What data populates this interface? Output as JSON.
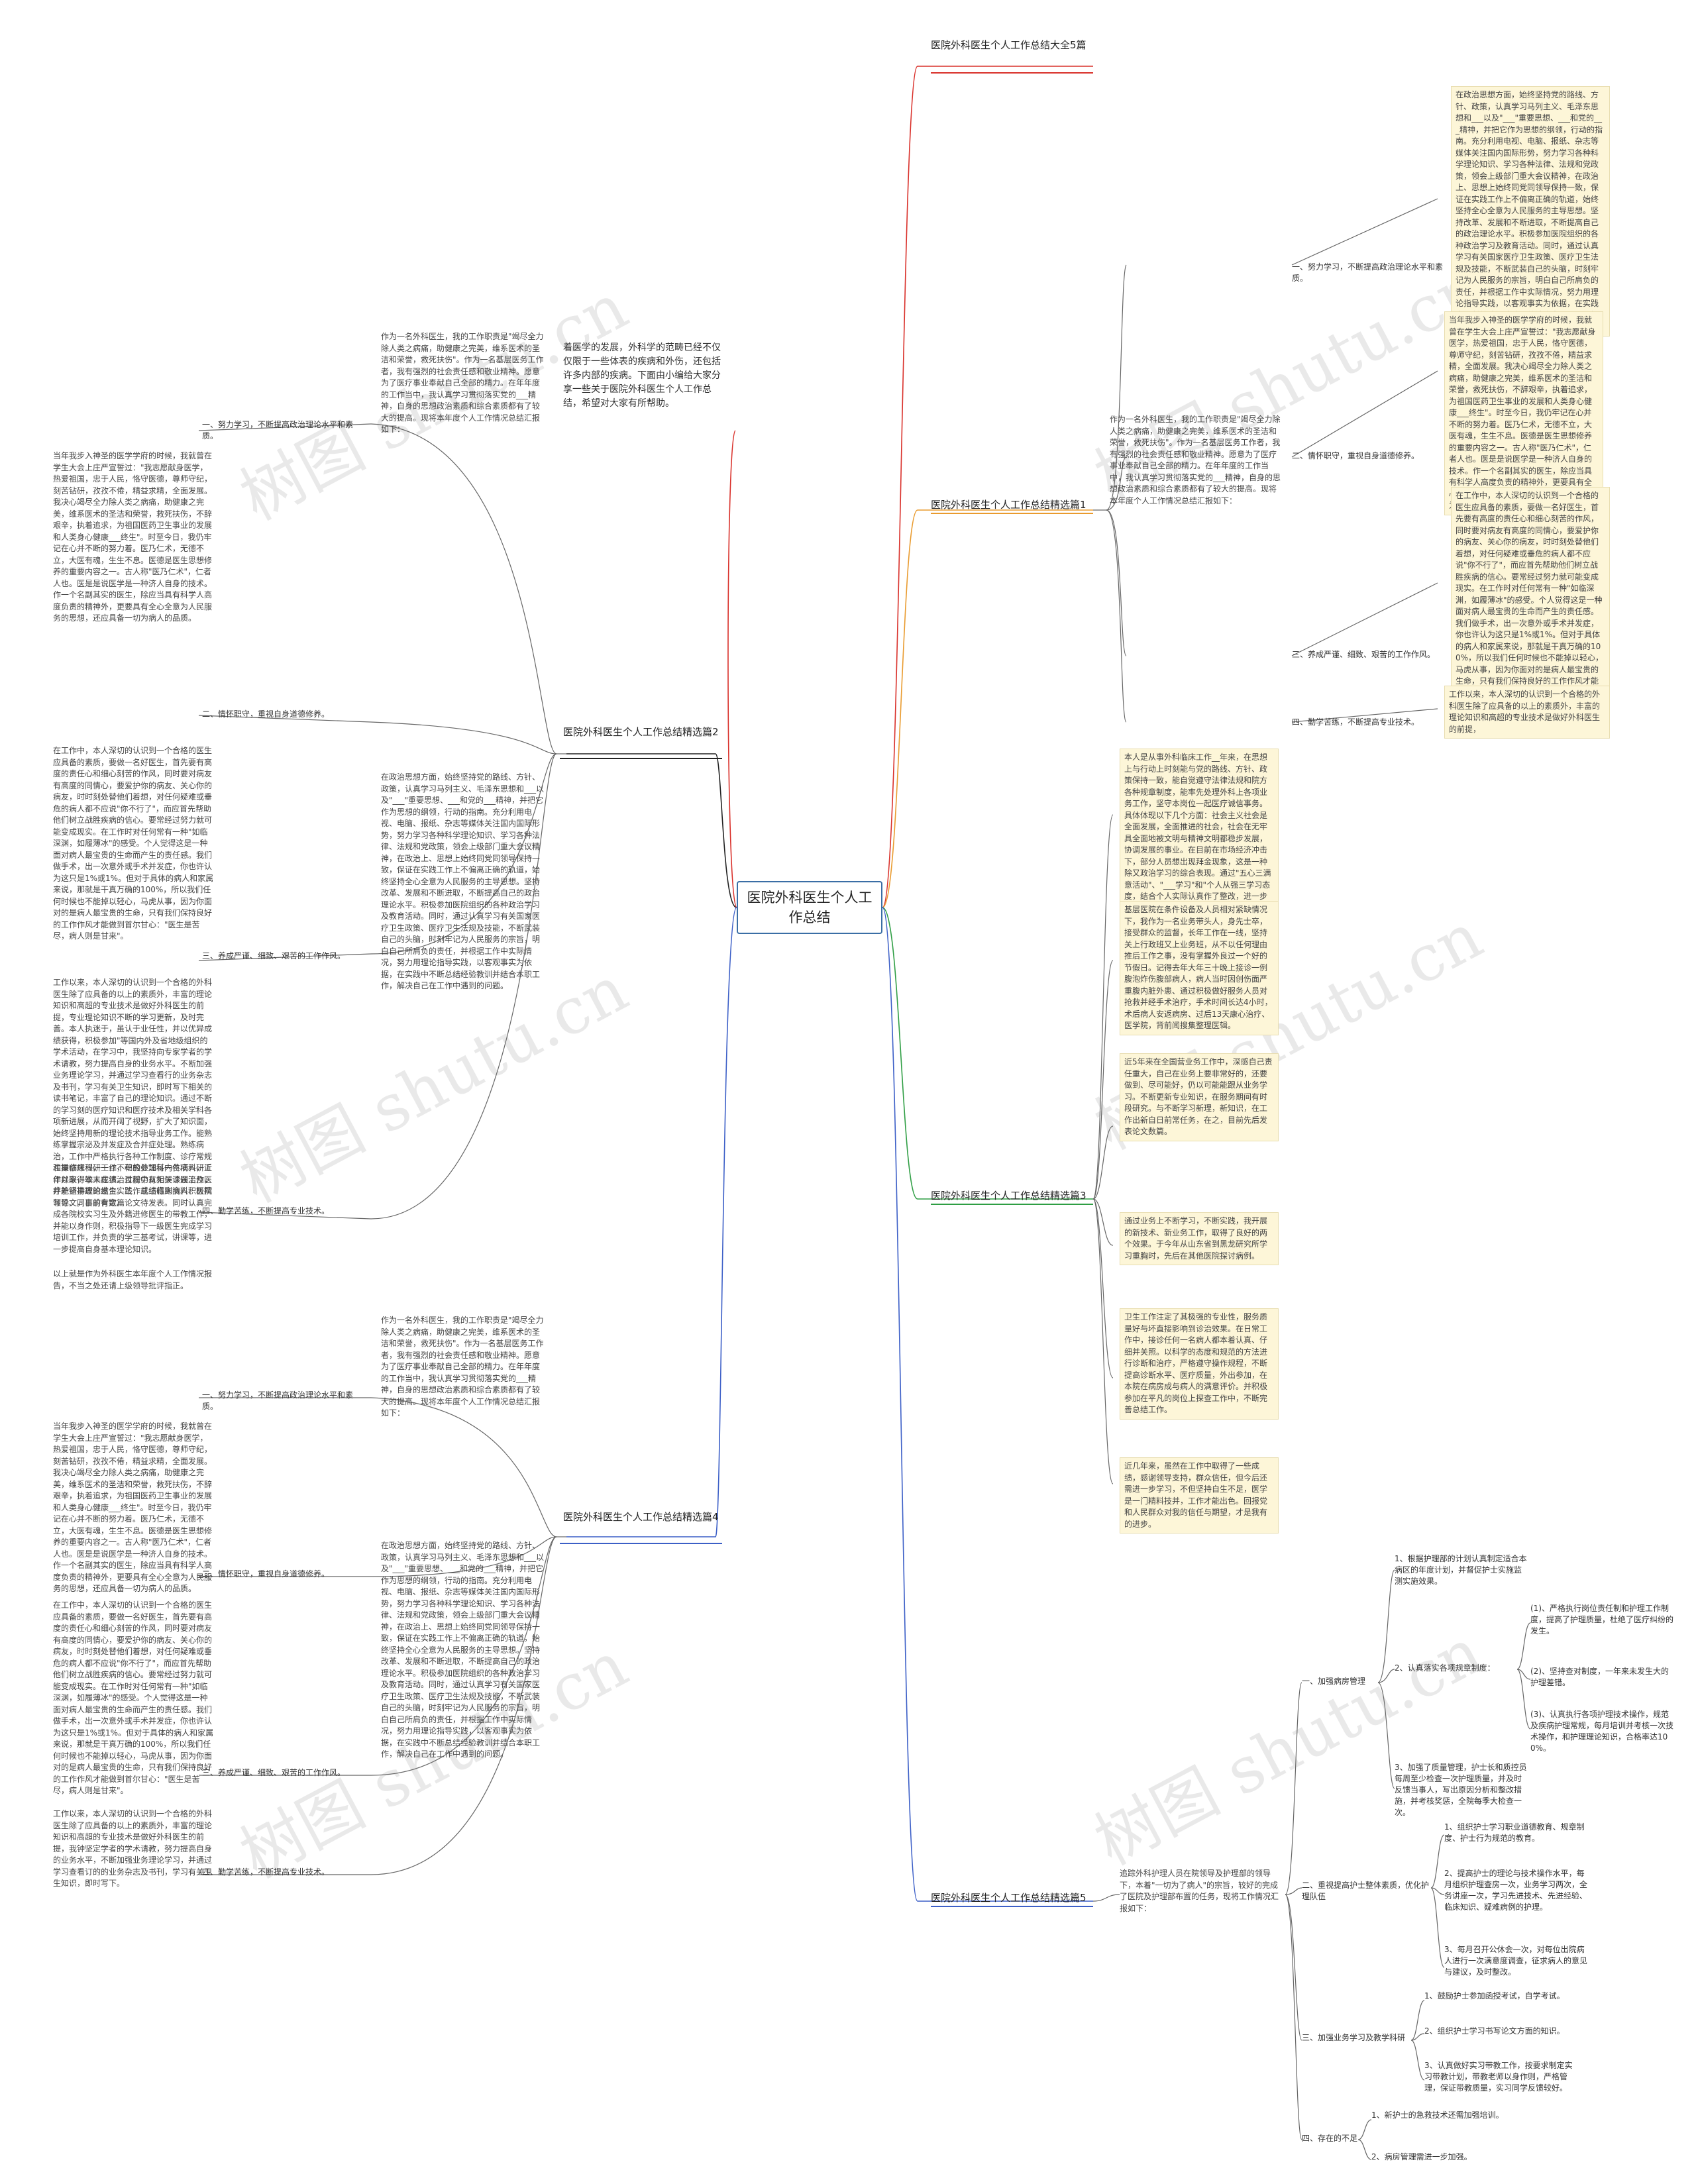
{
  "root": "医院外科医生个人工作总结",
  "watermark": "树图 shutu.cn",
  "intro": "着医学的发展，外科学的范畴已经不仅仅限于一些体表的疾病和外伤，还包括许多内部的疾病。下面由小编给大家分享一些关于医院外科医生个人工作总结，希望对大家有所帮助。",
  "branches": {
    "b0": "医院外科医生个人工作总结大全5篇",
    "b1": "医院外科医生个人工作总结精选篇1",
    "b2": "医院外科医生个人工作总结精选篇2",
    "b3": "医院外科医生个人工作总结精选篇3",
    "b4": "医院外科医生个人工作总结精选篇4",
    "b5": "医院外科医生个人工作总结精选篇5"
  },
  "sections": {
    "s1": "一、努力学习，不断提高政治理论水平和素质。",
    "s2": "二、情怀职守，重视自身道德修养。",
    "s3": "三、养成严谨、细致、艰苦的工作作风。",
    "s4": "四、勤学苦练，不断提高专业技术。"
  },
  "texts": {
    "lead": "作为一名外科医生，我的工作职责是\"竭尽全力除人类之病痛，助健康之完美，维系医术的圣洁和荣誉，救死扶伤\"。作为一名基层医务工作者，我有强烈的社会责任感和敬业精神。愿意为了医疗事业奉献自己全部的精力。在年年度的工作当中，我认真学习贯彻落实党的___精神，自身的思想政治素质和综合素质都有了较大的提高。现将本年度个人工作情况总结汇报如下：",
    "t1": "在政治思想方面，始终坚持党的路线、方针、政策，认真学习马列主义、毛泽东思想和___以及\"___\"重要思想、___和党的___精神，并把它作为思想的纲领，行动的指南。充分利用电视、电脑、报纸、杂志等媒体关注国内国际形势，努力学习各种科学理论知识、学习各种法律、法规和党政策，领会上级部门重大会议精神，在政治上、思想上始终同党同领导保持一致，保证在实践工作上不偏离正确的轨道，始终坚持全心全意为人民服务的主导思想。坚持改革、发展和不断进取，不断提高自己的政治理论水平。积极参加医院组织的各种政治学习及教育活动。同时，通过认真学习有关国家医疗卫生政策、医疗卫生法规及技能，不断武装自己的头脑，时刻牢记为人民服务的宗旨，明白自己所肩负的责任，并根据工作中实际情况，努力用理论指导实践，以客观事实为依据，在实践中不断总结经验教训并结合本职工作，解决自己在工作中遇到的问题。",
    "t2": "当年我步入神圣的医学学府的时候，我就曾在学生大会上庄严宣誓过：\"我志愿献身医学，热爱祖国，忠于人民，恪守医德，尊师守纪，刻苦钻研，孜孜不倦，精益求精，全面发展。我决心竭尽全力除人类之病痛，助健康之完美，维系医术的圣洁和荣誉，救死扶伤，不辞艰辛，执着追求，为祖国医药卫生事业的发展和人类身心健康___终生\"。时至今日，我仍牢记在心并不断的努力着。医乃仁术，无德不立，大医有魂，生生不息。医德是医生思想修养的重要内容之一。古人称\"医乃仁术\"，仁者人也。医是是说医学是一种济人自身的技术。作一个名副其实的医生，除应当具有科学人高度负责的精神外，更要具有全心全意为人民服务的思想，还应具备一切为病人的品质。",
    "t3": "在工作中，本人深切的认识到一个合格的医生应具备的素质，要做一名好医生，首先要有高度的责任心和细心刻苦的作风，同时要对病友有高度的同情心，要爱护你的病友、关心你的病友，时时刻处替他们着想，对任何疑难或垂危的病人都不应说\"你不行了\"，而应首先帮助他们树立战胜疾病的信心。要常经过努力就可能变成现实。在工作时对任何常有一种\"如临深渊，如履薄冰\"的感受。个人觉得这是一种面对病人最宝贵的生命而产生的责任感。我们做手术，出一次意外或手术并发症，你也许认为这只是1%或1%。但对于具体的病人和家属来说，那就是干真万确的100%，所以我们任何时候也不能掉以轻心，马虎从事，因为你面对的是病人最宝贵的生命，只有我们保持良好的工作作风才能做到首尔甘心：\"医生是苦尽，病人则是甘来\"。",
    "t4": "工作以来，本人深切的认识到一个合格的外科医生除了应具备的以上的素质外，丰富的理论知识和高超的专业技术是做好外科医生的前提，",
    "t4long": "工作以来，本人深切的认识到一个合格的外科医生除了应具备的以上的素质外，丰富的理论知识和高超的专业技术是做好外科医生的前提，专业理论知识不断的学习更新，及时完善。本人执迷于，虽认于业任性，并以优异成绩获得，积极参加\"等国内外及省地级组织的学术活动，在学习中，我坚持向专家学者的学术请教，努力提高自身的业务水平。不断加强业务理论学习，并通过学习查看行的业务杂志及书刊，学习有关卫生知识，即时写下相关的读书笔记，丰富了自己的理论知识。通过不断的学习刻的医疗知识和医疗技术及相关学科各项新进展，从而开阔了视野，扩大了知识面，始终坚持用新的理论技术指导业务工作。能熟练掌握宗泌及并发症及合并症处理。熟练病治，工作中严格执行各种工作制度、诊疗常规和操作规程，一丝不苟的处理每一位病人，近年以来，本人在该治过程中从无误诊误治及医疗差错事故的发生。工作或绩得到病人、医院领导、同事的肯定。",
    "t4b": "注重临床科研工作，积极参加科内各项科研工作并取得较丰成绩。目前仍有相关课题工作，并能坚持理论结合实践，总结临床资料积极撰写论文，目前有数篇论文待发表。同时认真完成各院校实习生及外籍进修医生的带教工作，并能以身作则，积极指导下一级医生完成学习培训工作，并负责的学三基考试，讲课等，进一步提高自身基本理论知识。",
    "t4end": "以上就是作为外科医生本年度个人工作情况报告，不当之处还请上级领导批评指正。",
    "t4c": "工作以来，本人深切的认识到一个合格的外科医生除了应具备的以上的素质外，丰富的理论知识和高超的专业技术是做好外科医生的前提，我钟坚定学者的学术请教，努力提高自身的业务水平，不断加强业务理论学习，并通过学习查看订的的业务杂志及书刊，学习有关卫生知识，即时写下。",
    "p3a": "本人是从事外科临床工作__年来，在思想上与行动上时刻能与党的路线、方针、政策保持一致，能自觉遵守法律法规和院方各种规章制度，能率先处理外科上各项业务工作，坚守本岗位一起医疗诚信事务。具体体现以下几个方面：社会主义社会是全面发展，全面推进的社会，社会在无牢具全面地被文明与精神文明都稳步发展，协调发展的事业。在目前在市场经济冲击下，部分人员想出现拜金现象，这是一种除又政治学习的综合表现。通过\"五心三满意活动\"、\"___学习\"和\"个人从强三学习态度，结合个人实际认真作了整改，进一步在职工中树立了良好的自身形象。",
    "p3b": "基层医院在条件设备及人员相对紧缺情况下，我作为一名业务带头人，身先士卒，接受群众的监督，长年工作在一线，坚持关上行政班又上业务班，从不以任何理由推后工作之事，没有掌握外良过一个好的节假日。记得去年大年三十晚上接诊一例腹泡炸伤腹部病人，病人当时因创伤面严重腹内脏外患、通过积极做好服务人员对抢救并经手术治疗，手术时间长达4小时，术后病人安返病房、过后13天康心治疗、医学院，背前闻搜集整理医辑。",
    "p3c": "近5年来在全国营业务工作中，深感自己责任重大，自己在业务上要非常好的，还要做到、尽可能好，仍以可能能跟从业务学习。不断更新专业知识，在服务期间有时段研究。与不断学习新理，新知识，在工作出新自日前常任务，在之，目前先后发表论文数篇。",
    "p3d": "通过业务上不断学习，不断实践，我开展的新技术、新业务工作，取得了良好的两个效果。于今年从山东省到黑龙研究所学习重胸时，先后在其他医院探讨病例。",
    "p3e": "卫生工作注定了其极强的专业性，服务质量好与坏直接影响到诊治效果。在日常工作中，接诊任何一名病人都本着认真、仔细并关照。以科学的态度和规范的方法进行诊断和治疗，严格遵守操作规程，不断提高诊断水平、医疗质量，外出参加，在本院在病房成与病人的满意评价。并积极参加在平凡的岗位上探查工作中，不断完善总结工作。",
    "p3f": "近几年来，虽然在工作中取得了一些成绩，感谢领导支持，群众信任，但今后还需进一步学习，不但坚持自生不足，医学是一门精料技并，工作才能出色。回报党和人民群众对我的信任与期望，才是我有的进步。",
    "p5lead": "追踪外科护理人员在院领导及护理部的领导下，本着\"一切为了病人\"的宗旨，较好的完成了医院及护理部布置的任务，现将工作情况汇报如下：",
    "n1": "一、加强病房管理",
    "n1a": "1、根据护理部的计划认真制定适合本病区的年度计划，并督促护士实施监测实施效果。",
    "n1b": "2、认真落实各项规章制度：",
    "n1b1": "(1)、严格执行岗位责任制和护理工作制度，提高了护理质量，杜绝了医疗纠纷的发生。",
    "n1b2": "(2)、坚持查对制度，一年来未发生大的护理差错。",
    "n1b3": "(3)、认真执行各项护理技术操作，规范及疾病护理常规，每月培训并考核一次技术操作，和护理理论知识，合格率达100%。",
    "n1c": "3、加强了质量管理，护士长和质控员每周至少检查一次护理质量，并及时反馈当事人，写出原因分析和整改措施，并考核奖惩，全院每季大检查一次。",
    "n2": "二、重视提高护士整体素质，优化护理队伍",
    "n2a": "1、组织护士学习职业道德教育、规章制度、护士行为规范的教育。",
    "n2b": "2、提高护士的理论与技术操作水平，每月组织护理查房一次，业务学习两次，全务讲座一次，学习先进技术、先进经验、临床知识、疑难病例的护理。",
    "n2c": "3、每月召开公休会一次，对每位出院病人进行一次满意度调查，征求病人的意见与建议，及时整改。",
    "n3": "三、加强业务学习及教学科研",
    "n3a": "1、鼓励护士参加函授考试，自学考试。",
    "n3b": "2、组织护士学习书写论文方面的知识。",
    "n3c": "3、认真做好实习带教工作，按要求制定实习带教计划，带教老师以身作则，严格管理，保证带教质量，实习同学反馈较好。",
    "n4": "四、存在的不足",
    "n4a": "1、新护士的急救技术还需加强培训。",
    "n4b": "2、病房管理需进一步加强。"
  },
  "colors": {
    "red": "#d9302a",
    "orange": "#e99b2f",
    "yellow": "#d8c321",
    "green": "#2f9e44",
    "teal": "#3b9fb3",
    "blue": "#3c5fc7",
    "dark": "#555555"
  }
}
